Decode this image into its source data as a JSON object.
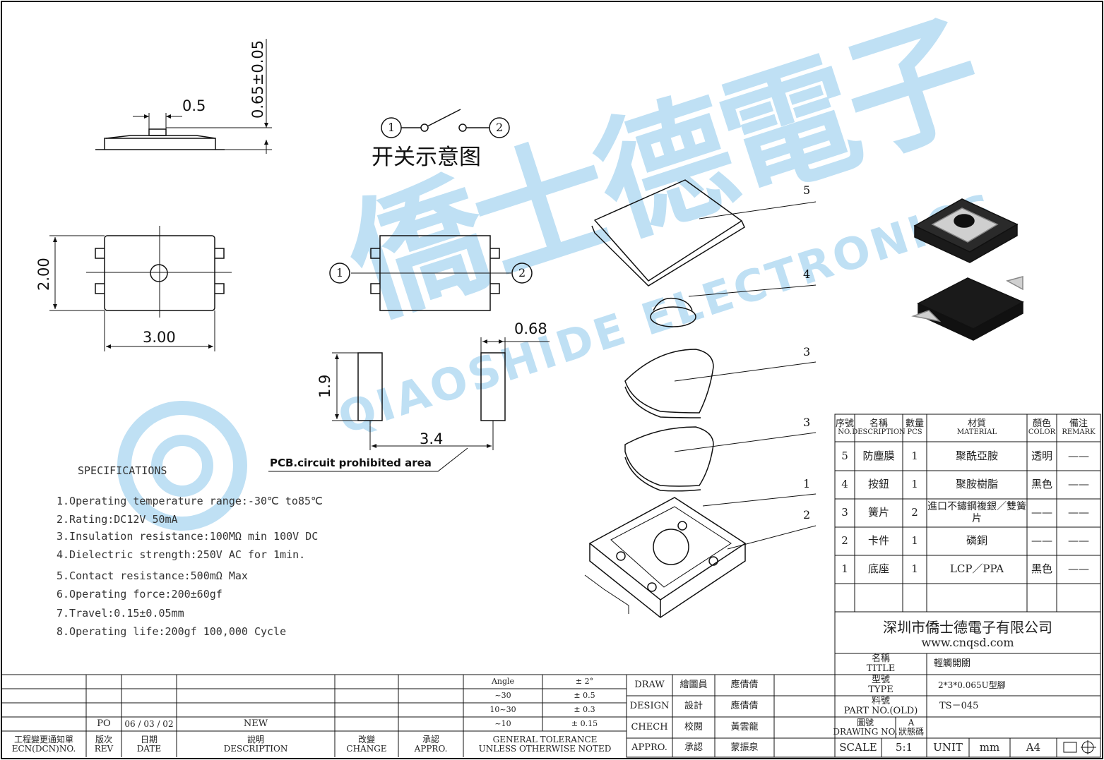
{
  "watermark": {
    "cn": "僑士德電子",
    "en": "QIAOSHIDE ELECTRONICS"
  },
  "dimensions": {
    "height": "0.65±0.05",
    "actuator": "0.5",
    "width": "2.00",
    "length": "3.00",
    "pad_w": "0.68",
    "pad_h": "1.9",
    "pad_gap": "3.4"
  },
  "pins": {
    "p1": "1",
    "p2": "2"
  },
  "switch_label": "开关示意图",
  "pcb_label": "PCB.circuit prohibited area",
  "parts_callouts": [
    "5",
    "4",
    "3",
    "3",
    "1",
    "2"
  ],
  "specs": {
    "title": "SPECIFICATIONS",
    "items": [
      "1.Operating temperature range:-30℃ to85℃",
      "2.Rating:DC12V 50mA",
      "3.Insulation resistance:100MΩ min 100V DC",
      "4.Dielectric strength:250V AC for 1min.",
      "5.Contact resistance:500mΩ Max",
      "6.Operating force:200±60gf",
      "7.Travel:0.15±0.05mm",
      "8.Operating life:200gf  100,000 Cycle"
    ]
  },
  "bom": {
    "headers": [
      [
        "序號",
        "NO."
      ],
      [
        "名稱",
        "DESCRIPTION"
      ],
      [
        "數量",
        "PCS"
      ],
      [
        "材質",
        "MATERIAL"
      ],
      [
        "顏色",
        "COLOR"
      ],
      [
        "備注",
        "REMARK"
      ]
    ],
    "rows": [
      [
        "5",
        "防塵膜",
        "1",
        "聚酰亞胺",
        "透明",
        "——"
      ],
      [
        "4",
        "按鈕",
        "1",
        "聚胺樹脂",
        "黑色",
        "——"
      ],
      [
        "3",
        "簧片",
        "2",
        "進口不鏽鋼複銀／雙簧片",
        "——",
        "——"
      ],
      [
        "2",
        "卡件",
        "1",
        "磷銅",
        "——",
        "——"
      ],
      [
        "1",
        "底座",
        "1",
        "LCP／PPA",
        "黑色",
        "——"
      ]
    ]
  },
  "company": {
    "name": "深圳市僑士德電子有限公司",
    "url": "www.cnqsd.com"
  },
  "title_block": {
    "title_label": [
      "名稱",
      "TITLE"
    ],
    "title_value": "輕觸開關",
    "type_label": [
      "型號",
      "TYPE"
    ],
    "type_value": "2*3*0.065U型腳",
    "part_label": [
      "料號",
      "PART NO.(OLD)"
    ],
    "part_value": "TS－045",
    "drawing_label": [
      "圖號",
      "DRAWING NO."
    ],
    "rev_label": [
      "A",
      "狀態碼"
    ],
    "scale_label": "SCALE",
    "scale_value": "5:1",
    "unit_label": "UNIT",
    "unit_value": "mm",
    "size": "A4"
  },
  "approvals": [
    [
      "DRAW",
      "繪圖員",
      "應倩倩"
    ],
    [
      "DESIGN",
      "設計",
      "應倩倩"
    ],
    [
      "CHECH",
      "校閱",
      "黃雲龍"
    ],
    [
      "APPRO.",
      "承認",
      "蒙振泉"
    ]
  ],
  "tolerance": {
    "rows": [
      [
        "Angle",
        "± 2°"
      ],
      [
        "~30",
        "± 0.5"
      ],
      [
        "10~30",
        "± 0.3"
      ],
      [
        "~10",
        "± 0.15"
      ]
    ],
    "caption": [
      "GENERAL TOLERANCE",
      "UNLESS OTHERWISE NOTED"
    ]
  },
  "revision": {
    "row": [
      "PO",
      "06 / 03 / 02",
      "NEW"
    ],
    "headers": [
      [
        "工程變更通知單",
        "ECN(DCN)NO."
      ],
      [
        "版次",
        "REV"
      ],
      [
        "日期",
        "DATE"
      ],
      [
        "說明",
        "DESCRIPTION"
      ],
      [
        "改變",
        "CHANGE"
      ],
      [
        "承認",
        "APPRO."
      ]
    ]
  }
}
